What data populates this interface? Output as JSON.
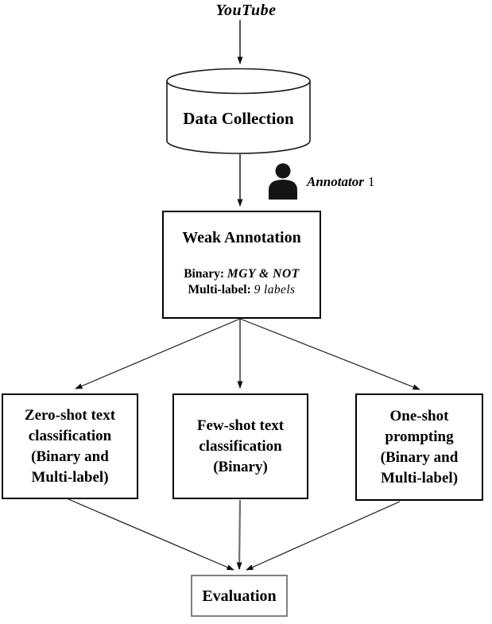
{
  "diagram": {
    "source_label": "YouTube",
    "annotator": {
      "name": "Annotator",
      "number": "1"
    },
    "nodes": {
      "data_collection": {
        "label": "Data Collection"
      },
      "weak_annotation": {
        "title": "Weak Annotation",
        "binary_prefix": "Binary:",
        "binary_value": "MGY & NOT",
        "multilabel_prefix": "Multi-label:",
        "multilabel_value": "9 labels"
      },
      "zero_shot": {
        "lines": [
          "Zero-shot text",
          "classification",
          "(Binary and",
          "Multi-label)"
        ]
      },
      "few_shot": {
        "lines": [
          "Few-shot text",
          "classification",
          "(Binary)"
        ]
      },
      "one_shot": {
        "lines": [
          "One-shot",
          "prompting",
          "(Binary and",
          "Multi-label)"
        ]
      },
      "evaluation": {
        "label": "Evaluation"
      }
    },
    "colors": {
      "line": "#1a1a1a",
      "gray_line": "#6e6e6e",
      "gray_border": "#7f7f7f",
      "text": "#000000",
      "background": "#ffffff"
    }
  }
}
